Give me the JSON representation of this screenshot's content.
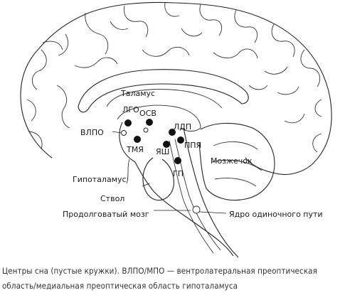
{
  "diagram": {
    "structure_labels": {
      "thalamus": "Таламус",
      "hypothalamus": "Гипоталамус",
      "brainstem": "Ствол",
      "medulla": "Продолговатый мозг",
      "cerebellum": "Мозжечок",
      "solitary_nucleus": "Ядро одиночного пути"
    },
    "nucleus_labels": {
      "lgo": "ЛГО",
      "osv": "ОСВ",
      "vlpo": "ВЛПО",
      "ldp": "ЛДП",
      "tmya": "ТМЯ",
      "yash": "ЯШ",
      "ppya": "ППЯ",
      "gp": "ГП"
    },
    "colors": {
      "outline": "#222222",
      "nucleus_fill": "#111111",
      "open_circle": "#ffffff"
    }
  },
  "caption": {
    "line1": "Центры сна (пустые кружки). ВЛПО/МПО — вентролатеральная преоптическая",
    "line2": "область/медиальная преоптическая область гипоталамуса"
  }
}
